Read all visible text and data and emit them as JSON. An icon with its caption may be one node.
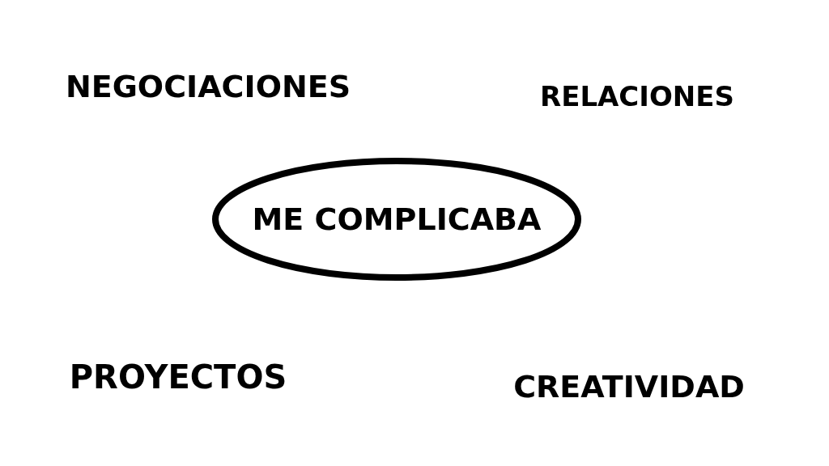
{
  "diagram": {
    "nodes": [
      {
        "text": [
          "ME COMPLICABA"
        ]
      }
    ],
    "labels": [
      "NEGOCIACIONES",
      "RELACIONES",
      "PROYECTOS",
      "CREATIVIDAD"
    ]
  }
}
